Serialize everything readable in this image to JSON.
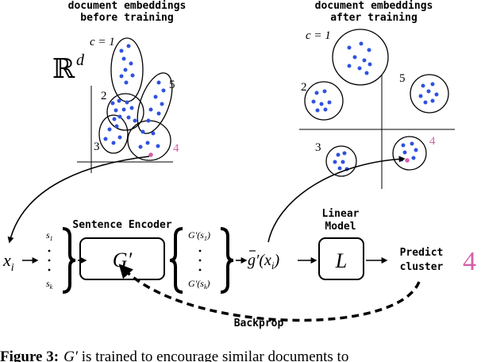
{
  "panels": {
    "before": {
      "title_line1": "document embeddings",
      "title_line2": "before training",
      "space_symbol": "ℝ",
      "space_exp": "d"
    },
    "after": {
      "title_line1": "document embeddings",
      "title_line2": "after training"
    }
  },
  "cluster_labels": {
    "before": {
      "c1": "c = 1",
      "c2": "2",
      "c3": "3",
      "c4": "4",
      "c5": "5"
    },
    "after": {
      "c1": "c = 1",
      "c2": "2",
      "c3": "3",
      "c4": "4",
      "c5": "5"
    }
  },
  "pipeline": {
    "input_x": "x",
    "input_sub": "i",
    "sentences": {
      "first": "s",
      "first_sub": "1",
      "last": "s",
      "last_sub": "k"
    },
    "encoder_title": "Sentence Encoder",
    "encoder_label": "G′",
    "encoded": {
      "first": "G′(s",
      "first_sub": "1",
      "first_close": ")",
      "last": "G′(s",
      "last_sub": "k",
      "last_close": ")"
    },
    "aggregate": {
      "text": "g′(x",
      "sub": "i",
      "close": ")"
    },
    "model_title_line1": "Linear",
    "model_title_line2": "Model",
    "model_label": "L",
    "predict_line1": "Predict",
    "predict_line2": "cluster",
    "predicted_cluster": "4",
    "backprop_label": "Backprop"
  },
  "caption": {
    "prefix": "Figure 3:",
    "symbol": "G′",
    "text": " is trained to encourage similar documents to"
  },
  "colors": {
    "dot": "#2f52e0",
    "highlight": "#d65fa8",
    "line": "#000000"
  }
}
